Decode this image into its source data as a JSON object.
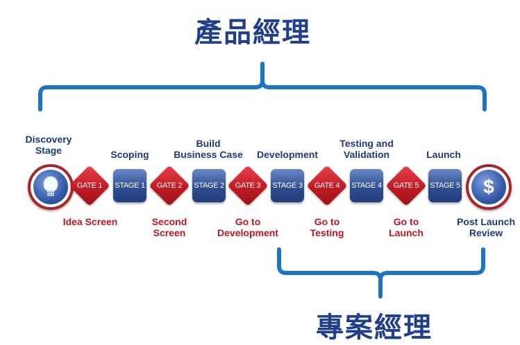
{
  "titles": {
    "top": "產品經理",
    "bottom": "專案經理"
  },
  "colors": {
    "bracket": "#1b74c4",
    "title": "#1f3f8c",
    "stage": "#2f4f93",
    "gate": "#c21b24",
    "circle_border": "#a8262b"
  },
  "top_labels": {
    "discovery": "Discovery\nStage",
    "scoping": "Scoping",
    "build": "Build\nBusiness Case",
    "development": "Development",
    "testing": "Testing and\nValidation",
    "launch": "Launch"
  },
  "bottom_labels": {
    "idea": "Idea Screen",
    "second": "Second\nScreen",
    "go_dev": "Go to\nDevelopment",
    "go_test": "Go to\nTesting",
    "go_launch": "Go to\nLaunch",
    "post": "Post Launch\nReview"
  },
  "stages": [
    "STAGE 1",
    "STAGE 2",
    "STAGE 3",
    "STAGE 4",
    "STAGE 5"
  ],
  "gates": [
    "GATE 1",
    "GATE 2",
    "GATE 3",
    "GATE 4",
    "GATE 5"
  ],
  "icons": {
    "start": "lightbulb-icon",
    "end": "dollar-icon",
    "end_glyph": "$"
  }
}
